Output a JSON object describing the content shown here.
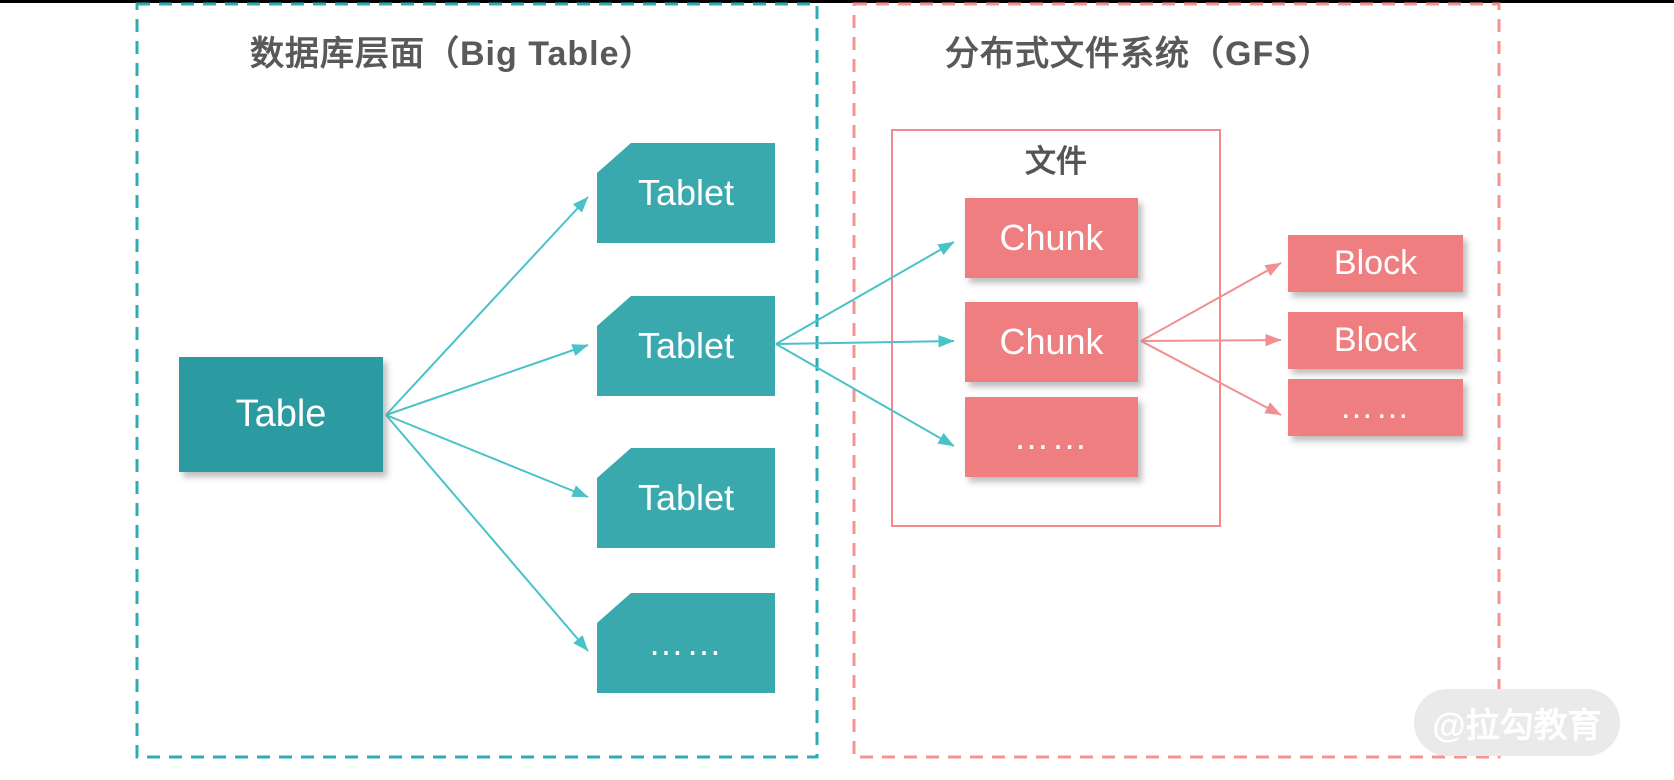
{
  "diagram": {
    "type": "architecture-diagram",
    "left_panel": {
      "title": "数据库层面（Big Table）",
      "table_label": "Table",
      "tablets": [
        "Tablet",
        "Tablet",
        "Tablet",
        "……"
      ]
    },
    "right_panel": {
      "title": "分布式文件系统（GFS）",
      "file_group_label": "文件",
      "chunks": [
        "Chunk",
        "Chunk",
        "……"
      ],
      "blocks": [
        "Block",
        "Block",
        "……"
      ]
    },
    "edges": [
      {
        "from": "Table",
        "to": "Tablet-1"
      },
      {
        "from": "Table",
        "to": "Tablet-2"
      },
      {
        "from": "Table",
        "to": "Tablet-3"
      },
      {
        "from": "Table",
        "to": "Tablet-4"
      },
      {
        "from": "Tablet-2",
        "to": "Chunk-1"
      },
      {
        "from": "Tablet-2",
        "to": "Chunk-2"
      },
      {
        "from": "Tablet-2",
        "to": "Chunk-3"
      },
      {
        "from": "Chunk-2",
        "to": "Block-1"
      },
      {
        "from": "Chunk-2",
        "to": "Block-2"
      },
      {
        "from": "Chunk-2",
        "to": "Block-3"
      }
    ],
    "watermark": {
      "text": "@拉勾教育"
    },
    "colors": {
      "table_fill": "#2B9BA1",
      "tablet_fill": "#39A9AD",
      "teal_dashed_border": "#2FACB3",
      "teal_arrow": "#49C2C8",
      "pink_fill": "#EF7E80",
      "pink_dashed_border": "#F49392",
      "pink_arrow": "#F19093",
      "file_group_border": "#F28A8A",
      "title_text": "#595959",
      "box_text": "#FFFFFF",
      "top_line": "#000000"
    }
  }
}
